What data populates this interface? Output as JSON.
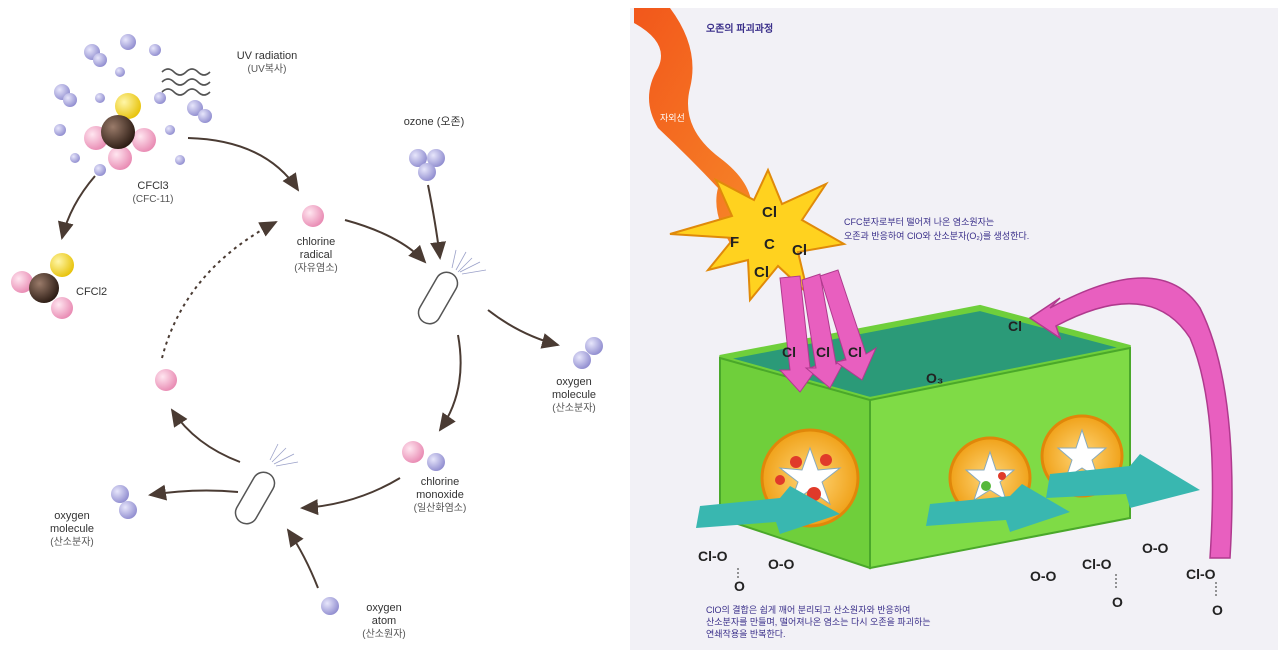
{
  "left": {
    "uv": {
      "en": "UV radiation",
      "ko": "(UV복사)"
    },
    "ozone": {
      "en": "ozone",
      "ko": "(오존)"
    },
    "cfcl3": {
      "en": "CFCl3",
      "ko": "(CFC-11)"
    },
    "cfcl2": {
      "en": "CFCl2"
    },
    "chlorine_radical": {
      "en1": "chlorine",
      "en2": "radical",
      "ko": "(자유염소)"
    },
    "oxygen_molecule_right": {
      "en1": "oxygen",
      "en2": "molecule",
      "ko": "(산소분자)"
    },
    "chlorine_monoxide": {
      "en1": "chlorine",
      "en2": "monoxide",
      "ko": "(일산화염소)"
    },
    "oxygen_molecule_left": {
      "en1": "oxygen",
      "en2": "molecule",
      "ko": "(산소분자)"
    },
    "oxygen_atom": {
      "en1": "oxygen",
      "en2": "atom",
      "ko": "(산소원자)"
    }
  },
  "right": {
    "title": "오존의 파괴과정",
    "uv_label": "자외선",
    "formula": {
      "top": "Cl",
      "left": "F",
      "center": "C",
      "right": "Cl",
      "bottom": "Cl"
    },
    "note_top_1": "CFC분자로부터 떨어져 나온 염소원자는",
    "note_top_2": "오존과 반응하여 ClO와 산소분자(O₂)를 생성한다.",
    "arrow_cl": "Cl",
    "released": [
      "Cl",
      "Cl",
      "Cl"
    ],
    "box_label": "O₃",
    "clo_label": "Cl-O",
    "oo_label": "O-O",
    "o_label": "O",
    "note_bottom_1": "ClO의 결합은 쉽게 깨어 분리되고 산소원자와 반응하여",
    "note_bottom_2": "산소분자를 만들며, 떨어져나온 염소는 다시 오존을 파괴하는",
    "note_bottom_3": "연쇄작용을 반복한다."
  },
  "colors": {
    "chlorine": "#f4a7c3",
    "oxygen": "#a9a6dc",
    "sulfur": "#f2d21b",
    "carbon": "#3a2a22",
    "uv_ribbon": "#f26b1d",
    "box_green": "#6fcf3b",
    "box_top": "#2b9a78",
    "pink_arrow": "#e85fbf"
  }
}
